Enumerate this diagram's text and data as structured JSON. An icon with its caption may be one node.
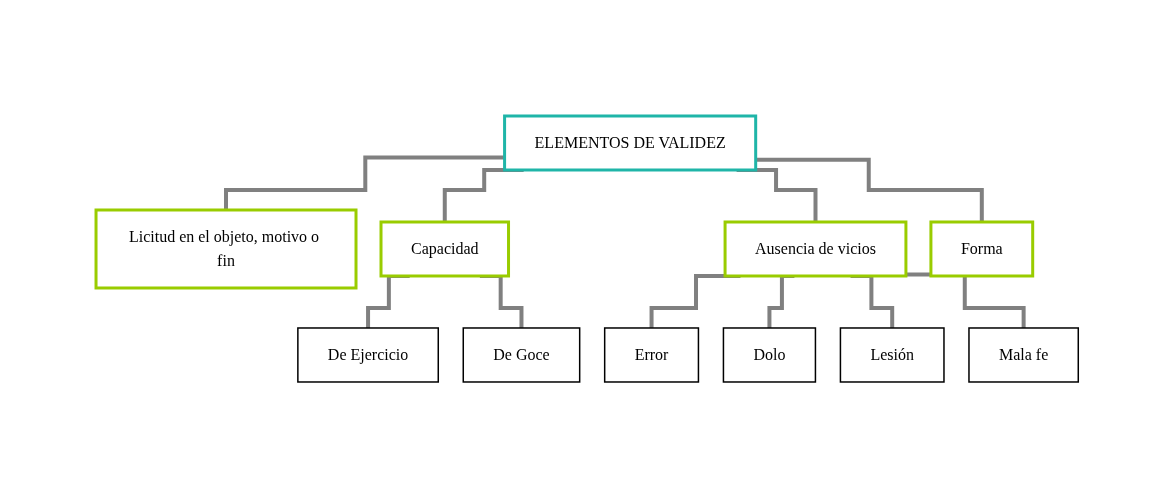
{
  "diagram": {
    "nodes": [
      {
        "text": [
          "ELEMENTOS DE VALIDEZ"
        ]
      },
      {
        "text": [
          "Licitud en el objeto, motivo o fin"
        ]
      },
      {
        "text": [
          "Capacidad"
        ]
      },
      {
        "text": [
          "Ausencia de vicios"
        ]
      },
      {
        "text": [
          "Forma"
        ]
      },
      {
        "text": [
          "De Ejercicio"
        ]
      },
      {
        "text": [
          "De Goce"
        ]
      },
      {
        "text": [
          "Error"
        ]
      },
      {
        "text": [
          "Dolo"
        ]
      },
      {
        "text": [
          "Lesión"
        ]
      },
      {
        "text": [
          "Mala fe"
        ]
      }
    ],
    "edges": [
      {
        "from": 0,
        "to": 1,
        "arrow": "none"
      },
      {
        "from": 0,
        "to": 2,
        "arrow": "none"
      },
      {
        "from": 0,
        "to": 3,
        "arrow": "none"
      },
      {
        "from": 0,
        "to": 4,
        "arrow": "none"
      },
      {
        "from": 2,
        "to": 5,
        "arrow": "none"
      },
      {
        "from": 2,
        "to": 6,
        "arrow": "none"
      },
      {
        "from": 3,
        "to": 7,
        "arrow": "none"
      },
      {
        "from": 3,
        "to": 8,
        "arrow": "none"
      },
      {
        "from": 3,
        "to": 9,
        "arrow": "none"
      },
      {
        "from": 3,
        "to": 10,
        "arrow": "none"
      }
    ]
  }
}
